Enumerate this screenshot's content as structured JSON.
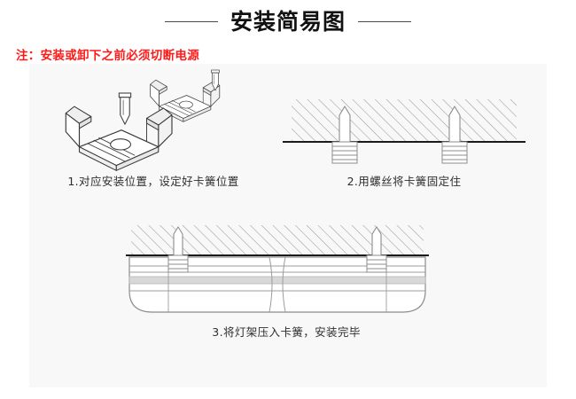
{
  "header": {
    "title": "安装简易图",
    "rule_color": "#4a4a4a"
  },
  "note": {
    "text": "注：安装或卸下之前必须切断电源",
    "color": "#ff1a1a"
  },
  "panel": {
    "background": "#f8f8f8"
  },
  "steps": [
    {
      "number": "1",
      "caption": "1.对应安装位置，设定好卡簧位置",
      "name": "step-one-spring-clip-positioning"
    },
    {
      "number": "2",
      "caption": "2.用螺丝将卡簧固定住",
      "name": "step-two-fix-clip-with-screws"
    },
    {
      "number": "3",
      "caption": "3.将灯架压入卡簧，安装完毕",
      "name": "step-three-press-fixture-into-clip"
    }
  ],
  "colors": {
    "line": "#3a3a3a",
    "hatch": "#9a9a9a",
    "ceiling_surface": "#1a1a1a",
    "fixture_line": "#7d7d7d",
    "fixture_band": "#d8d8d8",
    "caption_text": "#2e2e2e",
    "title_text": "#111111"
  }
}
